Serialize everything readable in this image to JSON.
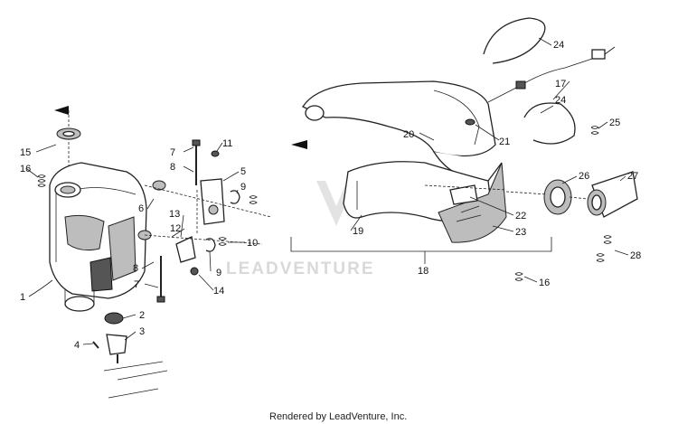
{
  "diagram": {
    "callouts": {
      "c1": "1",
      "c2": "2",
      "c3": "3",
      "c4": "4",
      "c5": "5",
      "c6": "6",
      "c7a": "7",
      "c7b": "7",
      "c8a": "8",
      "c8b": "8",
      "c9a": "9",
      "c9b": "9",
      "c10": "10",
      "c11": "11",
      "c12": "12",
      "c13": "13",
      "c14": "14",
      "c15": "15",
      "c16a": "16",
      "c16b": "16",
      "c17": "17",
      "c18": "18",
      "c19": "19",
      "c20": "20",
      "c21": "21",
      "c22": "22",
      "c23": "23",
      "c24a": "24",
      "c24b": "24",
      "c25": "25",
      "c26": "26",
      "c27": "27",
      "c28": "28"
    },
    "watermark": "LEADVENTURE",
    "footer": "Rendered by LeadVenture, Inc.",
    "colors": {
      "line": "#222222",
      "shade": "#bdbdbd",
      "watermark": "#d9d9d9"
    }
  }
}
